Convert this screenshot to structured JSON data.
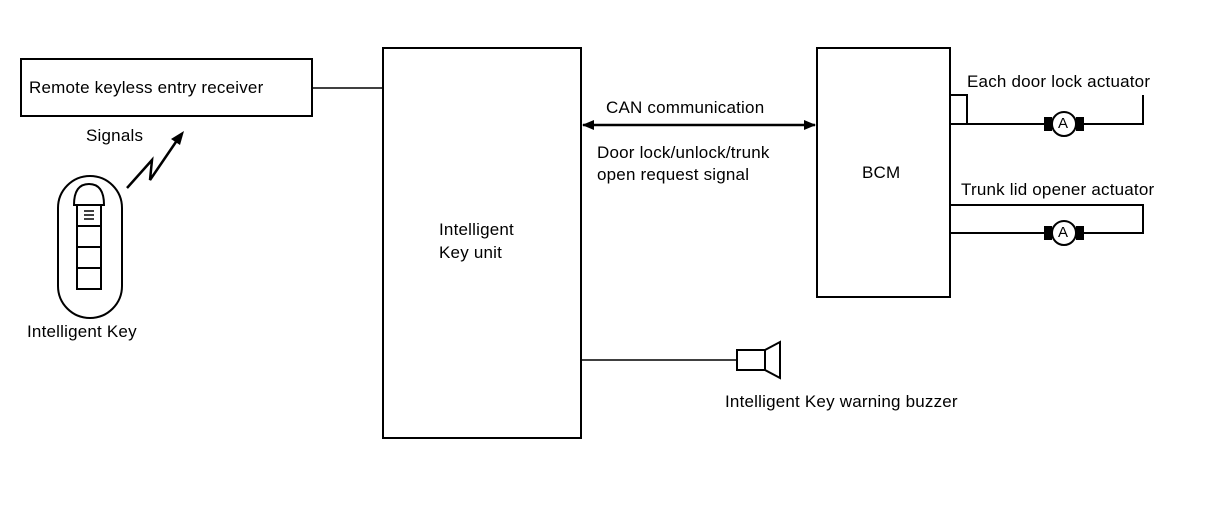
{
  "labels": {
    "receiver": "Remote keyless entry receiver",
    "signals": "Signals",
    "intelligent_key": "Intelligent Key",
    "ik_unit_line1": "Intelligent",
    "ik_unit_line2": "Key unit",
    "can": "CAN communication",
    "request_line1": "Door lock/unlock/trunk",
    "request_line2": "open request signal",
    "bcm": "BCM",
    "door_actuator": "Each door lock actuator",
    "trunk_actuator": "Trunk lid opener actuator",
    "motor_symbol": "A",
    "buzzer": "Intelligent Key warning buzzer"
  },
  "colors": {
    "ink": "#000000",
    "background": "#ffffff"
  }
}
